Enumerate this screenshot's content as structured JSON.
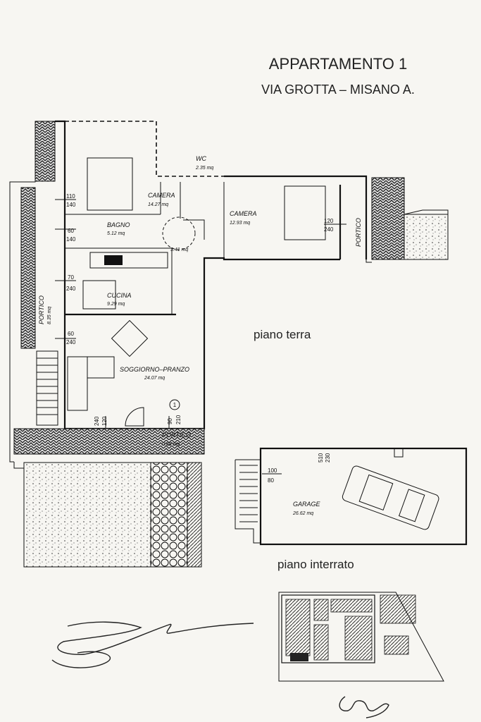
{
  "title": {
    "line1": "APPARTAMENTO 1",
    "line2": "VIA GROTTA – MISANO A."
  },
  "levels": {
    "ground": "piano terra",
    "basement": "piano interrato"
  },
  "rooms": {
    "camera1": {
      "name": "CAMERA",
      "area": "14.27 mq"
    },
    "wc": {
      "name": "WC",
      "area": "2.35 mq"
    },
    "camera2": {
      "name": "CAMERA",
      "area": "12.93 mq"
    },
    "bagno": {
      "name": "BAGNO",
      "area": "5.12 mq"
    },
    "disimpegno": {
      "area": "3.41 mq"
    },
    "cucina": {
      "name": "CUCINA",
      "area": "9.29 mq"
    },
    "soggiorno": {
      "name": "SOGGIORNO–PRANZO",
      "area": "24.07 mq"
    },
    "portico_left": {
      "name": "PORTICO",
      "area": "8.35 mq"
    },
    "portico_right": {
      "name": "PORTICO"
    },
    "portico_bottom": {
      "name": "PORTICO",
      "area": "0.88 mq"
    },
    "garage": {
      "name": "GARAGE",
      "area": "26.62 mq"
    }
  },
  "openings": {
    "w1": {
      "top": "110",
      "bottom": "140"
    },
    "w2": {
      "top": "60",
      "bottom": "140"
    },
    "w3": {
      "top": "70",
      "bottom": "240"
    },
    "w4": {
      "top": "60",
      "bottom": "240"
    },
    "w5": {
      "top": "120",
      "bottom": "240"
    },
    "w6": {
      "top": "240",
      "bottom": "120"
    },
    "w7": {
      "top": "90",
      "bottom": "210"
    },
    "g1": {
      "top": "510",
      "bottom": "230"
    },
    "g2": {
      "top": "100",
      "bottom": "80"
    }
  },
  "north_marker": "1"
}
